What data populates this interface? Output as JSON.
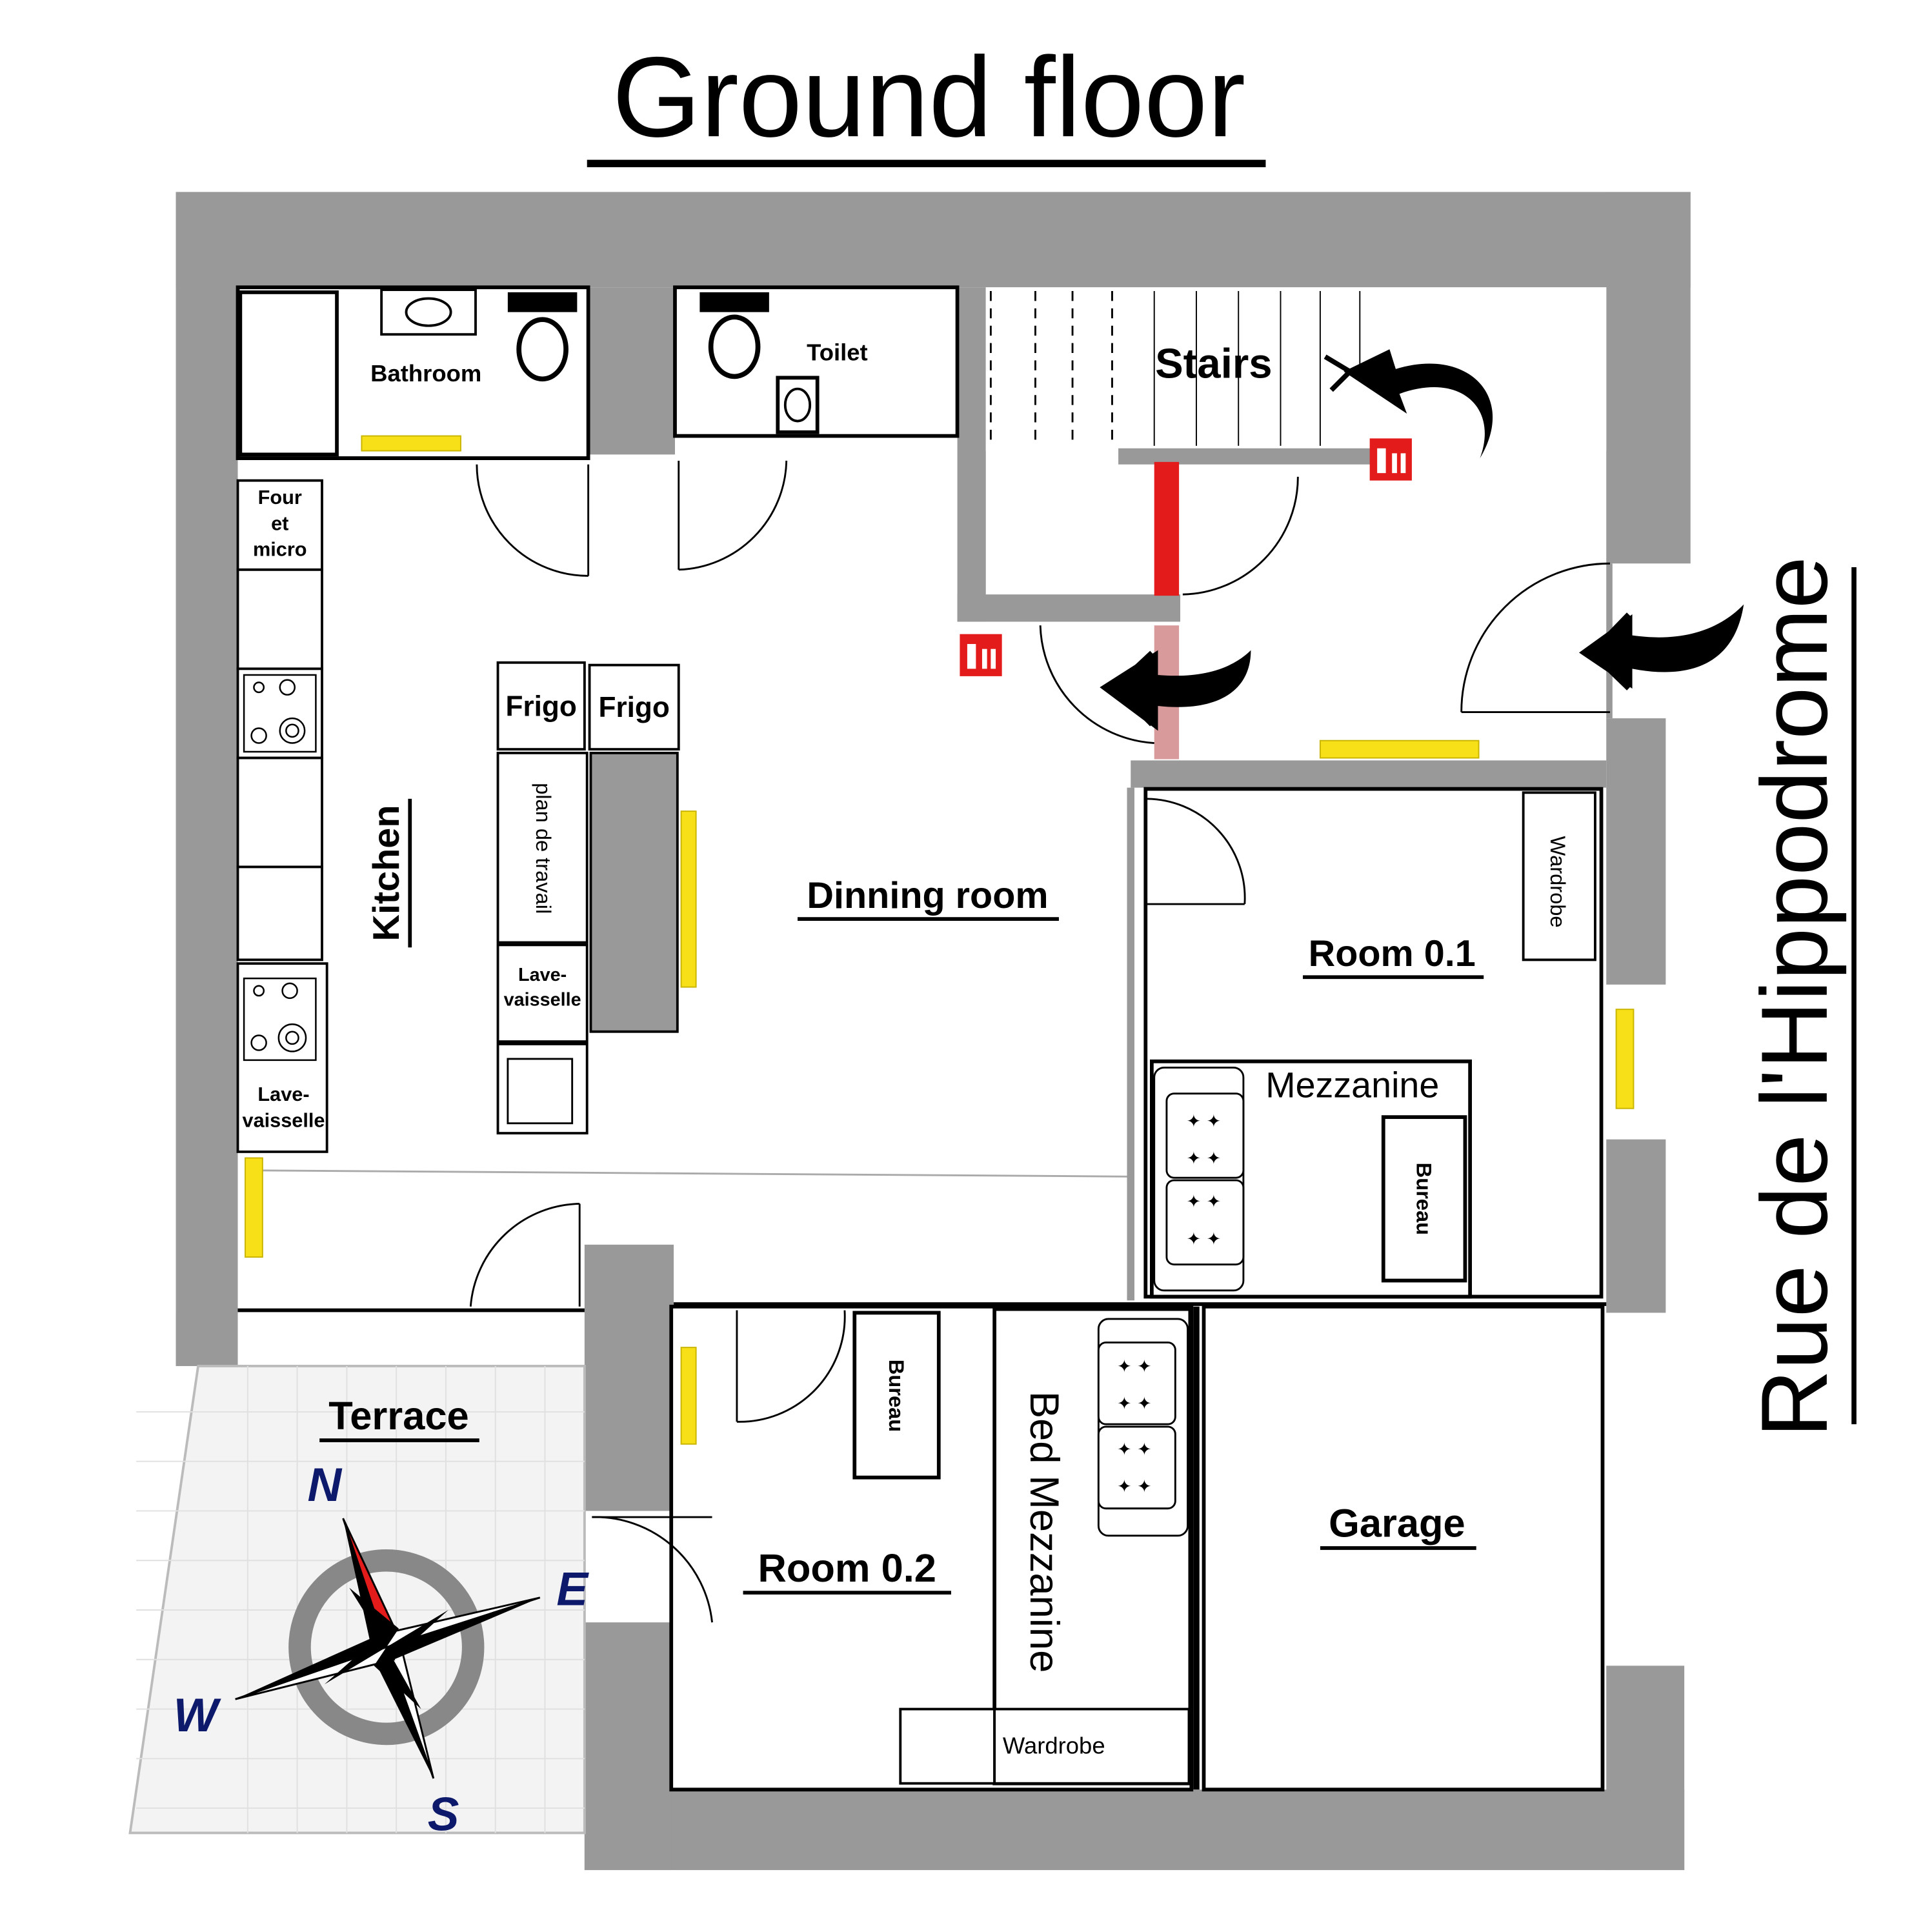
{
  "title": "Ground floor",
  "street": "Rue de l'Hippodrome",
  "rooms": {
    "bathroom": "Bathroom",
    "toilet": "Toilet",
    "stairs": "Stairs",
    "kitchen": "Kitchen",
    "dining": "Dinning room",
    "room01": "Room 0.1",
    "room02": "Room 0.2",
    "terrace": "Terrace",
    "garage": "Garage"
  },
  "furniture": {
    "oven_line1": "Four",
    "oven_line2": "et",
    "oven_line3": "micro",
    "fridge1": "Frigo",
    "fridge2": "Frigo",
    "worktop": "plan de travail",
    "dishwasher1_line1": "Lave-",
    "dishwasher1_line2": "vaisselle",
    "dishwasher2_line1": "Lave-",
    "dishwasher2_line2": "vaisselle",
    "mezzanine": "Mezzanine",
    "desk1": "Bureau",
    "desk2": "Bureau",
    "wardrobe1": "Wardrobe",
    "wardrobe2": "Wardrobe",
    "bed_mezzanine": "Bed Mezzanine"
  },
  "compass": {
    "n": "N",
    "e": "E",
    "s": "S",
    "w": "W"
  },
  "colors": {
    "wall": "#999999",
    "radiator": "#f7e017",
    "fire_door": "#e31b1b",
    "extinguisher": "#e31b1b",
    "compass_blue": "#0d1a6b",
    "compass_red": "#e31b1b"
  }
}
